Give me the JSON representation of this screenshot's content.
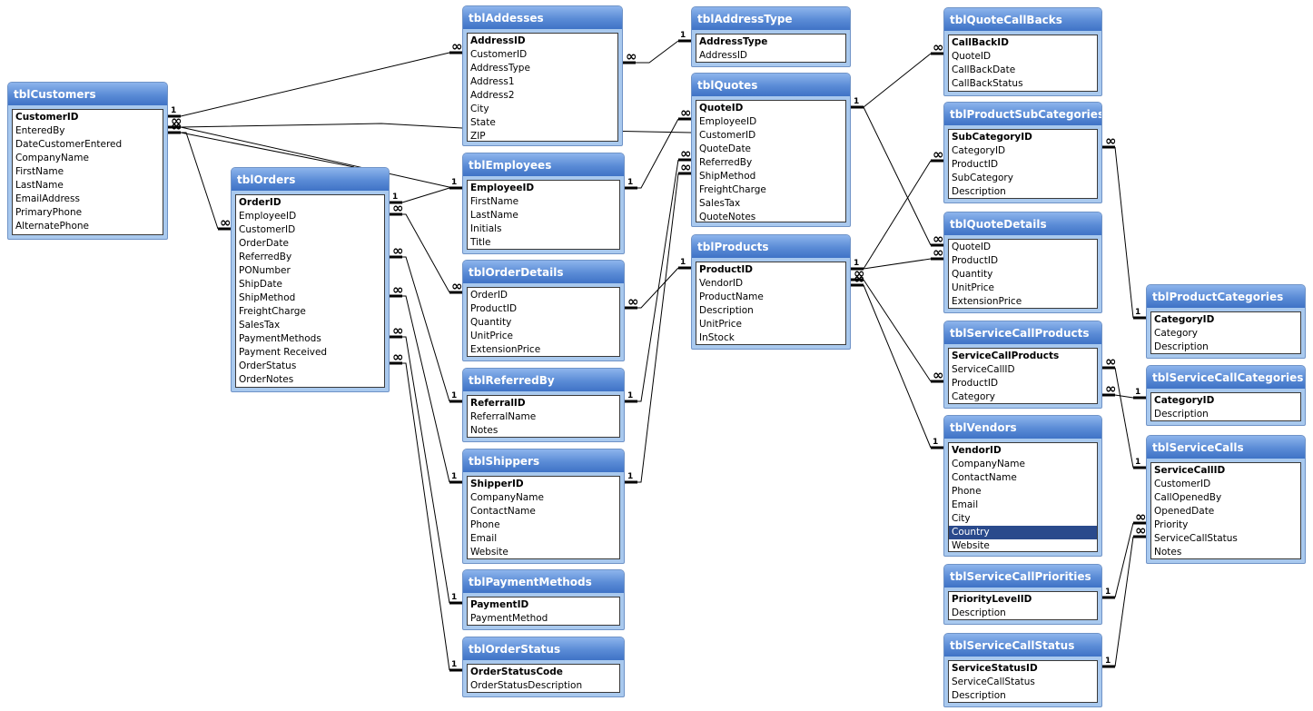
{
  "tables": [
    {
      "name": "tblCustomers",
      "fields": [
        {
          "n": "CustomerID",
          "pk": true
        },
        {
          "n": "EnteredBy"
        },
        {
          "n": "DateCustomerEntered"
        },
        {
          "n": "CompanyName"
        },
        {
          "n": "FirstName"
        },
        {
          "n": "LastName"
        },
        {
          "n": "EmailAddress"
        },
        {
          "n": "PrimaryPhone"
        },
        {
          "n": "AlternatePhone"
        }
      ]
    },
    {
      "name": "tblAddesses",
      "fields": [
        {
          "n": "AddressID",
          "pk": true
        },
        {
          "n": "CustomerID"
        },
        {
          "n": "AddressType"
        },
        {
          "n": "Address1"
        },
        {
          "n": "Address2"
        },
        {
          "n": "City"
        },
        {
          "n": "State"
        },
        {
          "n": "ZIP"
        }
      ]
    },
    {
      "name": "tblAddressType",
      "fields": [
        {
          "n": "AddressType",
          "pk": true
        },
        {
          "n": "AddressID"
        }
      ]
    },
    {
      "name": "tblQuotes",
      "fields": [
        {
          "n": "QuoteID",
          "pk": true
        },
        {
          "n": "EmployeeID"
        },
        {
          "n": "CustomerID"
        },
        {
          "n": "QuoteDate"
        },
        {
          "n": "ReferredBy"
        },
        {
          "n": "ShipMethod"
        },
        {
          "n": "FreightCharge"
        },
        {
          "n": "SalesTax"
        },
        {
          "n": "QuoteNotes"
        }
      ]
    },
    {
      "name": "tblQuoteCallBacks",
      "fields": [
        {
          "n": "CallBackID",
          "pk": true
        },
        {
          "n": "QuoteID"
        },
        {
          "n": "CallBackDate"
        },
        {
          "n": "CallBackStatus"
        }
      ]
    },
    {
      "name": "tblProductSubCategories",
      "fields": [
        {
          "n": "SubCategoryID",
          "pk": true
        },
        {
          "n": "CategoryID"
        },
        {
          "n": "ProductID"
        },
        {
          "n": "SubCategory"
        },
        {
          "n": "Description"
        }
      ]
    },
    {
      "name": "tblOrders",
      "fields": [
        {
          "n": "OrderID",
          "pk": true
        },
        {
          "n": "EmployeeID"
        },
        {
          "n": "CustomerID"
        },
        {
          "n": "OrderDate"
        },
        {
          "n": "ReferredBy"
        },
        {
          "n": "PONumber"
        },
        {
          "n": "ShipDate"
        },
        {
          "n": "ShipMethod"
        },
        {
          "n": "FreightCharge"
        },
        {
          "n": "SalesTax"
        },
        {
          "n": "PaymentMethods"
        },
        {
          "n": "Payment Received"
        },
        {
          "n": "OrderStatus"
        },
        {
          "n": "OrderNotes"
        }
      ]
    },
    {
      "name": "tblEmployees",
      "fields": [
        {
          "n": "EmployeeID",
          "pk": true
        },
        {
          "n": "FirstName"
        },
        {
          "n": "LastName"
        },
        {
          "n": "Initials"
        },
        {
          "n": "Title"
        }
      ]
    },
    {
      "name": "tblQuoteDetails",
      "fields": [
        {
          "n": "QuoteID"
        },
        {
          "n": "ProductID"
        },
        {
          "n": "Quantity"
        },
        {
          "n": "UnitPrice"
        },
        {
          "n": "ExtensionPrice"
        }
      ]
    },
    {
      "name": "tblProducts",
      "fields": [
        {
          "n": "ProductID",
          "pk": true
        },
        {
          "n": "VendorID"
        },
        {
          "n": "ProductName"
        },
        {
          "n": "Description"
        },
        {
          "n": "UnitPrice"
        },
        {
          "n": "InStock"
        }
      ]
    },
    {
      "name": "tblOrderDetails",
      "fields": [
        {
          "n": "OrderID"
        },
        {
          "n": "ProductID"
        },
        {
          "n": "Quantity"
        },
        {
          "n": "UnitPrice"
        },
        {
          "n": "ExtensionPrice"
        }
      ]
    },
    {
      "name": "tblProductCategories",
      "fields": [
        {
          "n": "CategoryID",
          "pk": true
        },
        {
          "n": "Category"
        },
        {
          "n": "Description"
        }
      ]
    },
    {
      "name": "tblServiceCallProducts",
      "fields": [
        {
          "n": "ServiceCallProducts",
          "pk": true
        },
        {
          "n": "ServiceCallID"
        },
        {
          "n": "ProductID"
        },
        {
          "n": "Category"
        }
      ]
    },
    {
      "name": "tblReferredBy",
      "fields": [
        {
          "n": "ReferralID",
          "pk": true
        },
        {
          "n": "ReferralName"
        },
        {
          "n": "Notes"
        }
      ]
    },
    {
      "name": "tblServiceCallCategories",
      "fields": [
        {
          "n": "CategoryID",
          "pk": true
        },
        {
          "n": "Description"
        }
      ]
    },
    {
      "name": "tblVendors",
      "fields": [
        {
          "n": "VendorID",
          "pk": true
        },
        {
          "n": "CompanyName"
        },
        {
          "n": "ContactName"
        },
        {
          "n": "Phone"
        },
        {
          "n": "Email"
        },
        {
          "n": "City"
        },
        {
          "n": "Country",
          "selected": true
        },
        {
          "n": "Website"
        }
      ]
    },
    {
      "name": "tblServiceCalls",
      "fields": [
        {
          "n": "ServiceCallID",
          "pk": true
        },
        {
          "n": "CustomerID"
        },
        {
          "n": "CallOpenedBy"
        },
        {
          "n": "OpenedDate"
        },
        {
          "n": "Priority"
        },
        {
          "n": "ServiceCallStatus"
        },
        {
          "n": "Notes"
        }
      ]
    },
    {
      "name": "tblShippers",
      "fields": [
        {
          "n": "ShipperID",
          "pk": true
        },
        {
          "n": "CompanyName"
        },
        {
          "n": "ContactName"
        },
        {
          "n": "Phone"
        },
        {
          "n": "Email"
        },
        {
          "n": "Website"
        }
      ]
    },
    {
      "name": "tblServiceCallPriorities",
      "fields": [
        {
          "n": "PriorityLevelID",
          "pk": true
        },
        {
          "n": "Description"
        }
      ]
    },
    {
      "name": "tblPaymentMethods",
      "fields": [
        {
          "n": "PaymentID",
          "pk": true
        },
        {
          "n": "PaymentMethod"
        }
      ]
    },
    {
      "name": "tblOrderStatus",
      "fields": [
        {
          "n": "OrderStatusCode",
          "pk": true
        },
        {
          "n": "OrderStatusDescription"
        }
      ]
    },
    {
      "name": "tblServiceCallStatus",
      "fields": [
        {
          "n": "ServiceStatusID",
          "pk": true
        },
        {
          "n": "ServiceCallStatus"
        },
        {
          "n": "Description"
        }
      ]
    }
  ],
  "relationship_symbols": {
    "one": "1",
    "many": "∞"
  },
  "colors": {
    "title_bar": "#4a7fd0",
    "frame": "#a9c9ee",
    "selection": "#2a4a8c",
    "line": "#000000"
  }
}
